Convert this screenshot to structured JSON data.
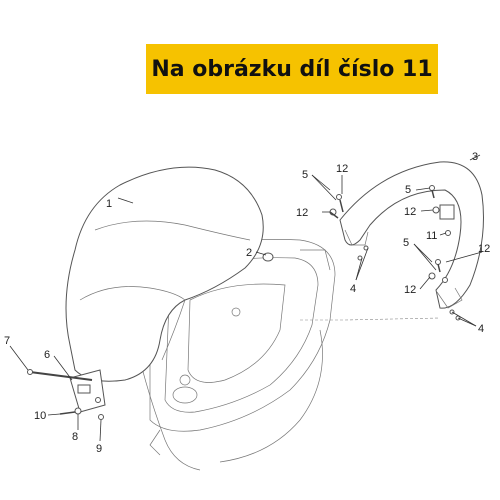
{
  "banner": {
    "text": "Na obrázku díl číslo 11",
    "color": "#f6c200"
  },
  "callouts": {
    "c1": "1",
    "c2": "2",
    "c3": "3",
    "c4a": "4",
    "c4b": "4",
    "c5a": "5",
    "c5b": "5",
    "c5c": "5",
    "c6": "6",
    "c7": "7",
    "c8": "8",
    "c9": "9",
    "c10": "10",
    "c11": "11",
    "c12a": "12",
    "c12b": "12",
    "c12c": "12",
    "c12d": "12",
    "c12e": "12"
  }
}
